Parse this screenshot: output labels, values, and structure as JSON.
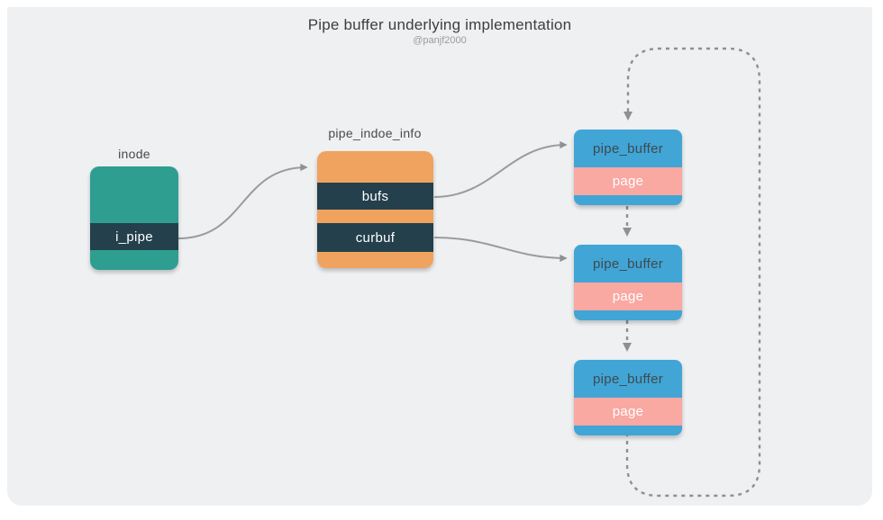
{
  "title": "Pipe buffer underlying implementation",
  "subtitle": "@panjf2000",
  "nodes": {
    "inode": {
      "label": "inode",
      "field": "i_pipe"
    },
    "pipe_inode_info": {
      "label": "pipe_indoe_info",
      "fields": [
        "bufs",
        "curbuf"
      ]
    },
    "pipe_buffers": [
      {
        "label": "pipe_buffer",
        "field": "page"
      },
      {
        "label": "pipe_buffer",
        "field": "page"
      },
      {
        "label": "pipe_buffer",
        "field": "page"
      }
    ]
  },
  "colors": {
    "canvas_bg": "#EFF0F2",
    "inode_fill": "#2E9E90",
    "pipe_inode_info_fill": "#F0A35E",
    "pipe_buffer_fill": "#41A5D6",
    "page_band_fill": "#F9A8A2",
    "field_band_fill": "#24404C",
    "arrow": "#8F9092",
    "title_text": "#3E3E3E",
    "subtitle_text": "#9B9B9B",
    "band_text": "#FFFFFF"
  }
}
